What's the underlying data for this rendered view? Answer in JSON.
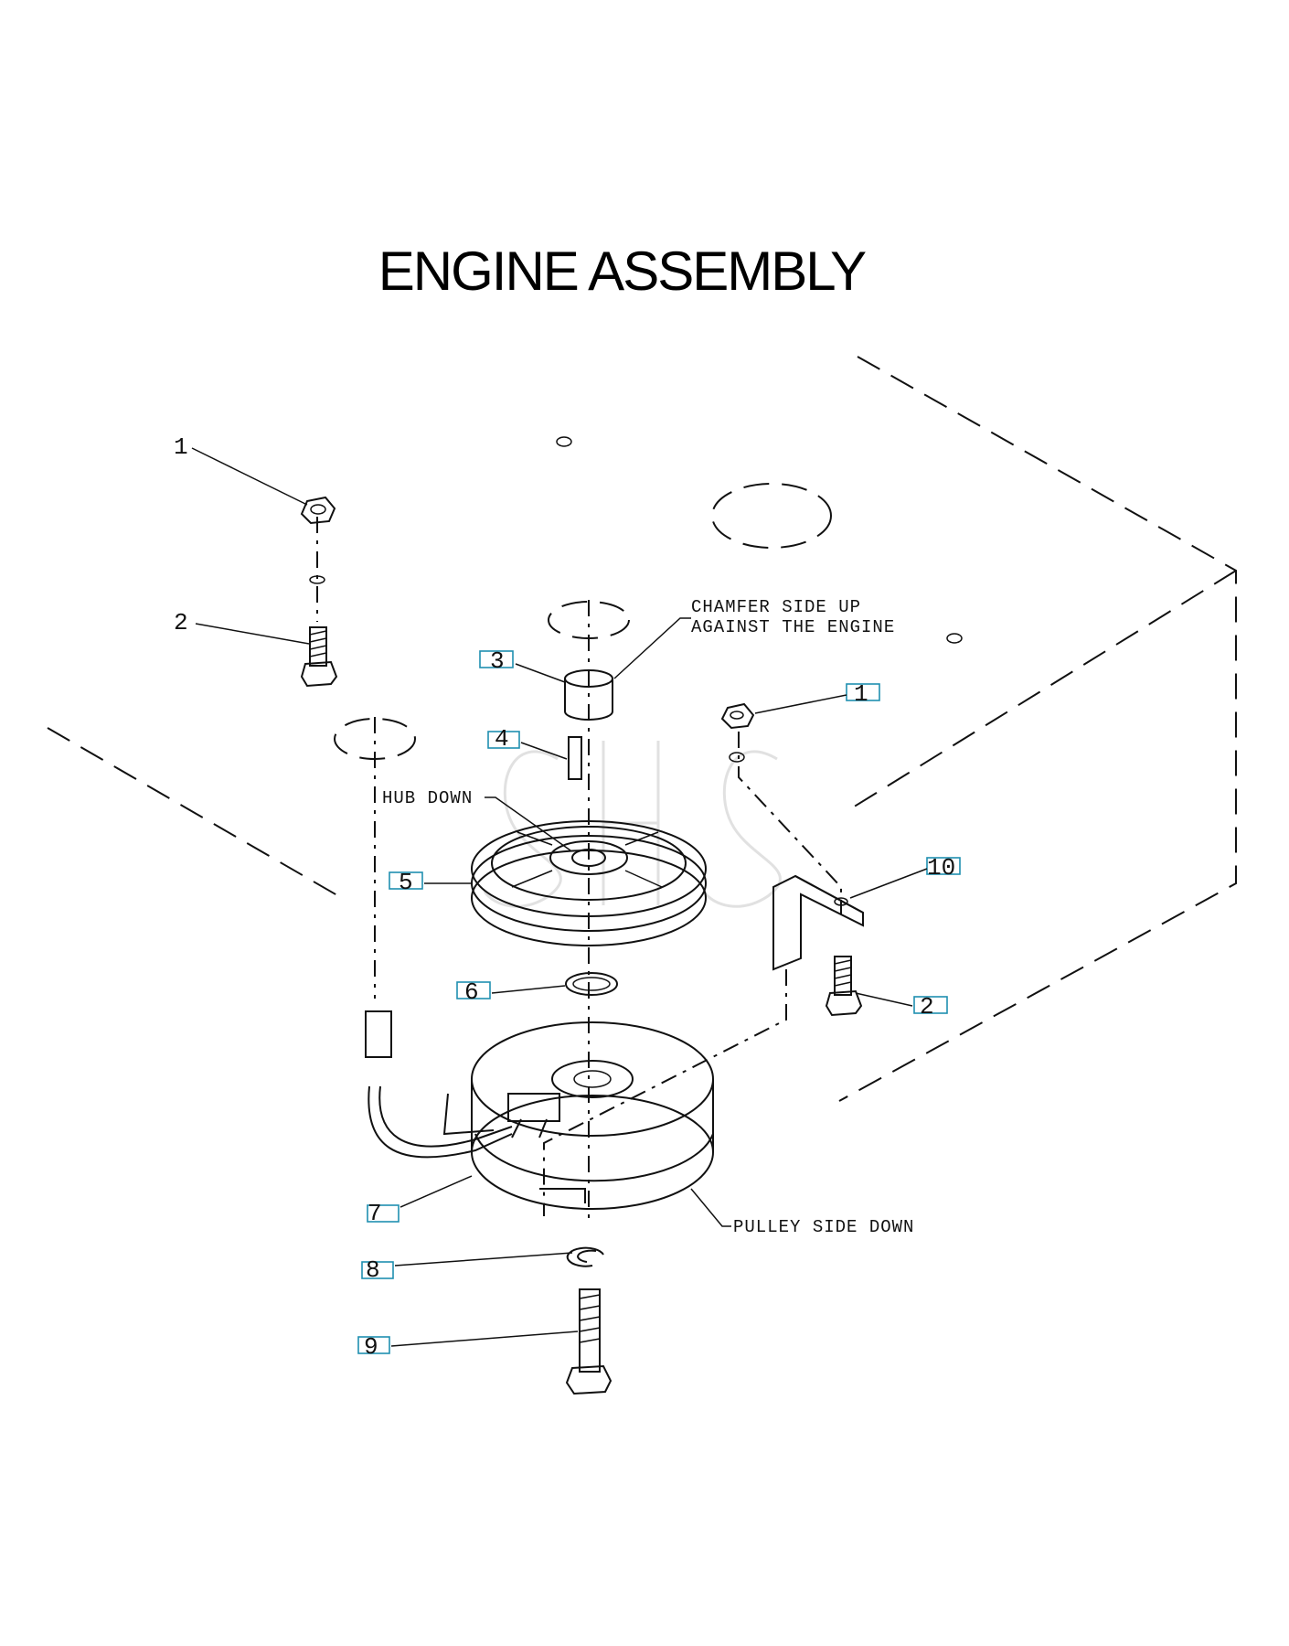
{
  "title": "ENGINE ASSEMBLY",
  "notes": {
    "chamfer_line1": "CHAMFER SIDE UP",
    "chamfer_line2": "AGAINST THE ENGINE",
    "hub": "HUB DOWN",
    "pulley": "PULLEY SIDE DOWN"
  },
  "callouts": [
    {
      "id": "nut-left",
      "label": "1",
      "boxed": false
    },
    {
      "id": "bolt-left",
      "label": "2",
      "boxed": false
    },
    {
      "id": "spacer",
      "label": "3",
      "boxed": true
    },
    {
      "id": "key",
      "label": "4",
      "boxed": true
    },
    {
      "id": "pulley",
      "label": "5",
      "boxed": true
    },
    {
      "id": "washer",
      "label": "6",
      "boxed": true
    },
    {
      "id": "clutch",
      "label": "7",
      "boxed": true
    },
    {
      "id": "retaining-ring",
      "label": "8",
      "boxed": true
    },
    {
      "id": "clutch-bolt",
      "label": "9",
      "boxed": true
    },
    {
      "id": "nut-right",
      "label": "1",
      "boxed": true
    },
    {
      "id": "bracket",
      "label": "10",
      "boxed": true
    },
    {
      "id": "bolt-right",
      "label": "2",
      "boxed": true
    }
  ],
  "colors": {
    "line": "#111111",
    "callout_box": "#1f8fb0"
  }
}
